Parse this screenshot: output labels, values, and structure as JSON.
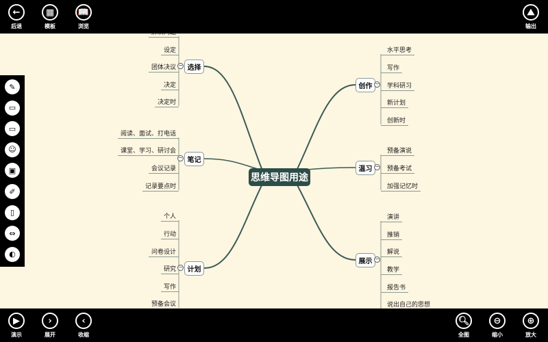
{
  "toolbar_top": {
    "left": [
      {
        "label": "后退",
        "icon": "back-arrow-icon"
      },
      {
        "label": "模板",
        "icon": "template-grid-icon"
      },
      {
        "label": "浏览",
        "icon": "book-icon"
      }
    ],
    "right": [
      {
        "label": "输出",
        "icon": "export-image-icon"
      }
    ]
  },
  "toolbar_bottom": {
    "left": [
      {
        "label": "演示",
        "icon": "play-icon"
      },
      {
        "label": "展开",
        "icon": "chevron-right-icon"
      },
      {
        "label": "收缩",
        "icon": "chevron-left-icon"
      }
    ],
    "right": [
      {
        "label": "全图",
        "icon": "search-icon"
      },
      {
        "label": "缩小",
        "icon": "zoom-out-icon"
      },
      {
        "label": "放大",
        "icon": "zoom-in-icon"
      }
    ]
  },
  "palette": [
    "pencil-icon",
    "add-subtopic-icon",
    "add-sibling-icon",
    "emoji-icon",
    "image-icon",
    "note-icon",
    "attachment-icon",
    "link-icon",
    "style-icon"
  ],
  "mindmap": {
    "center": "思维导图用途",
    "branches": [
      {
        "label": "选择",
        "side": "left",
        "children": [
          "解决问题",
          "设定",
          "团体决议",
          "决定",
          "决定时"
        ]
      },
      {
        "label": "笔记",
        "side": "left",
        "children": [
          "阅读、面试、打电话",
          "课堂、学习、研讨会",
          "会议记录",
          "记录要点时"
        ]
      },
      {
        "label": "计划",
        "side": "left",
        "children": [
          "个人",
          "行动",
          "问卷设计",
          "研究",
          "写作",
          "预备会议"
        ]
      },
      {
        "label": "创作",
        "side": "right",
        "children": [
          "水平思考",
          "写作",
          "学科研习",
          "新计划",
          "创新时"
        ]
      },
      {
        "label": "温习",
        "side": "right",
        "children": [
          "预备演说",
          "预备考试",
          "加强记忆时"
        ]
      },
      {
        "label": "展示",
        "side": "right",
        "children": [
          "演讲",
          "推销",
          "解说",
          "教学",
          "报告书",
          "说出自己的思想"
        ]
      }
    ]
  },
  "colors": {
    "canvas": "#fdf6e1",
    "center": "#2c4d48",
    "bars": "#000000"
  }
}
